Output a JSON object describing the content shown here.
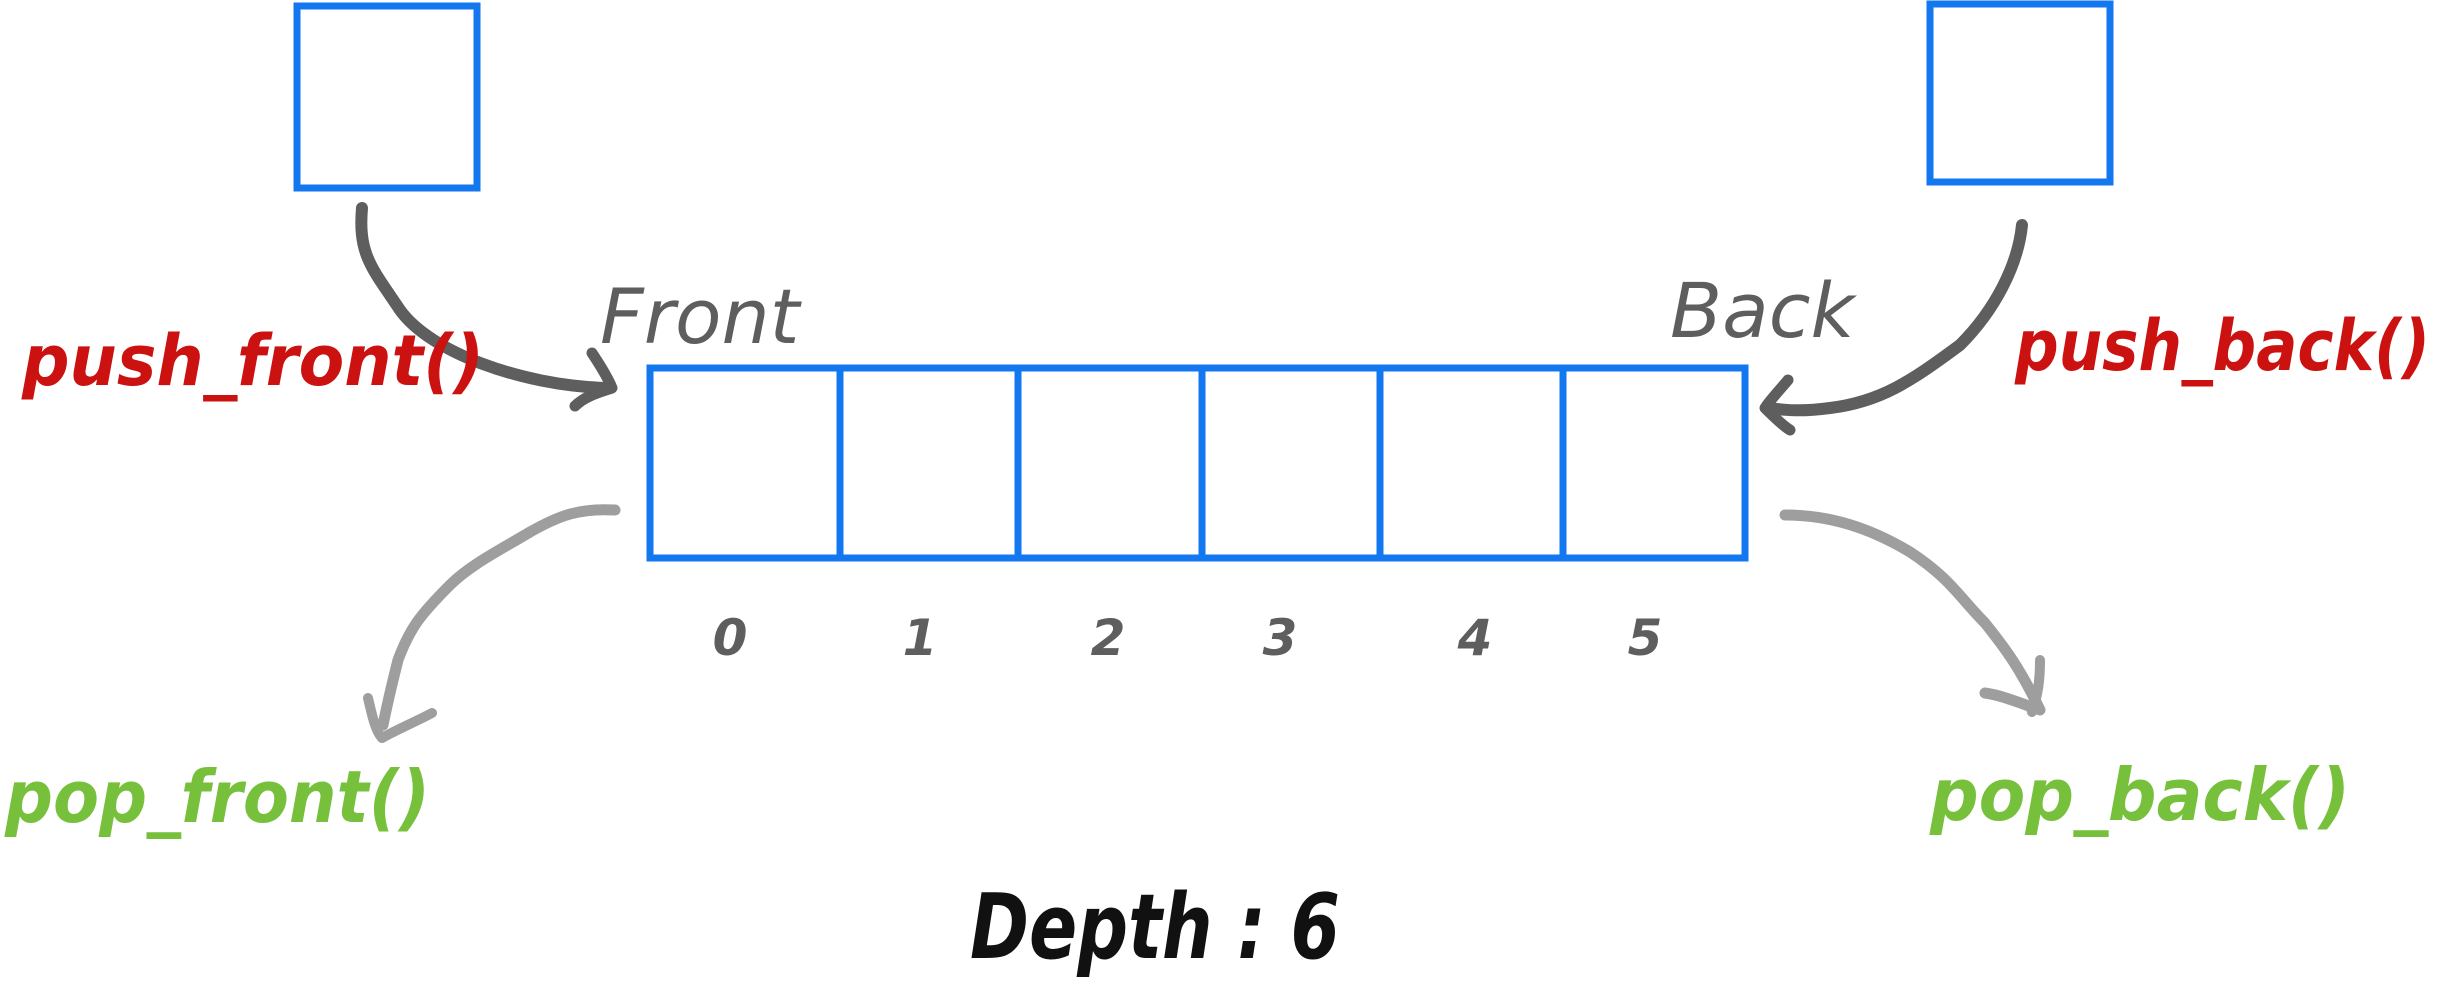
{
  "colors": {
    "box": "#1377F0",
    "arrow_dark": "#5E5E5E",
    "arrow_light": "#9E9E9E",
    "push": "#CC1111",
    "pop": "#77C03C",
    "depth": "#111111"
  },
  "labels": {
    "front": "Front",
    "back": "Back",
    "push_front": "push_front()",
    "push_back": "push_back()",
    "pop_front": "pop_front()",
    "pop_back": "pop_back()",
    "depth": "Depth : 6"
  },
  "cells": {
    "count": 6,
    "indices": [
      "0",
      "1",
      "2",
      "3",
      "4",
      "5"
    ]
  },
  "icons": {
    "incoming_front": "square-box-icon",
    "incoming_back": "square-box-icon"
  }
}
